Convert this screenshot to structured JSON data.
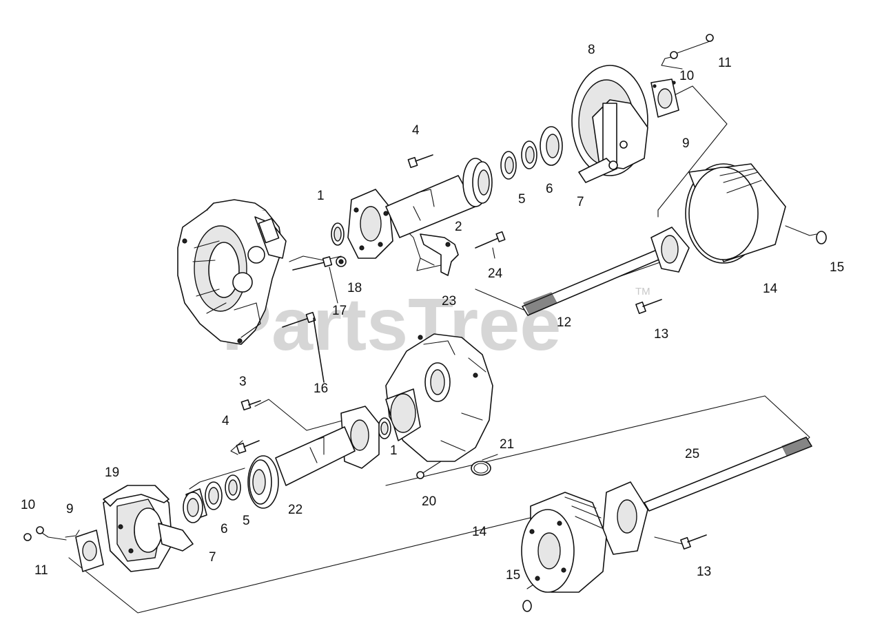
{
  "watermark": {
    "text": "PartsTree",
    "trademark": "TM"
  },
  "callouts": {
    "c1a": "1",
    "c1b": "1",
    "c2": "2",
    "c3": "3",
    "c4a": "4",
    "c4b": "4",
    "c5a": "5",
    "c5b": "5",
    "c6a": "6",
    "c6b": "6",
    "c7a": "7",
    "c7b": "7",
    "c8": "8",
    "c9a": "9",
    "c9b": "9",
    "c10a": "10",
    "c10b": "10",
    "c11a": "11",
    "c11b": "11",
    "c12": "12",
    "c13a": "13",
    "c13b": "13",
    "c14a": "14",
    "c14b": "14",
    "c15a": "15",
    "c15b": "15",
    "c16": "16",
    "c17": "17",
    "c18": "18",
    "c19": "19",
    "c20": "20",
    "c21": "21",
    "c22": "22",
    "c23": "23",
    "c24": "24",
    "c25": "25"
  }
}
